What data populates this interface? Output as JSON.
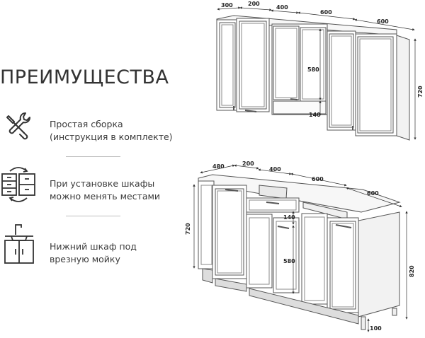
{
  "title": "ПРЕИМУЩЕСТВА",
  "features": [
    {
      "line1": "Простая сборка",
      "line2": "(инструкция в комплекте)",
      "icon": "tools-icon"
    },
    {
      "line1": "При установке шкафы",
      "line2": "можно менять местами",
      "icon": "cabinet-swap-icon"
    },
    {
      "line1": "Нижний шкаф под",
      "line2": "врезную мойку",
      "icon": "sink-cabinet-icon"
    }
  ],
  "upper_dims": {
    "w1": "300",
    "w2": "200",
    "w3": "400",
    "w4": "600",
    "w5": "600",
    "h_door": "580",
    "h_niche": "140",
    "h_total": "720"
  },
  "lower_dims": {
    "w1": "480",
    "w2": "200",
    "w3": "400",
    "w4": "600",
    "w5": "600",
    "h_drawer": "140",
    "h_door": "580",
    "h_body": "720",
    "h_total": "820",
    "h_plinth": "100"
  },
  "colors": {
    "line": "#555555",
    "dim_line": "#333333",
    "text": "#3a3a3a"
  }
}
